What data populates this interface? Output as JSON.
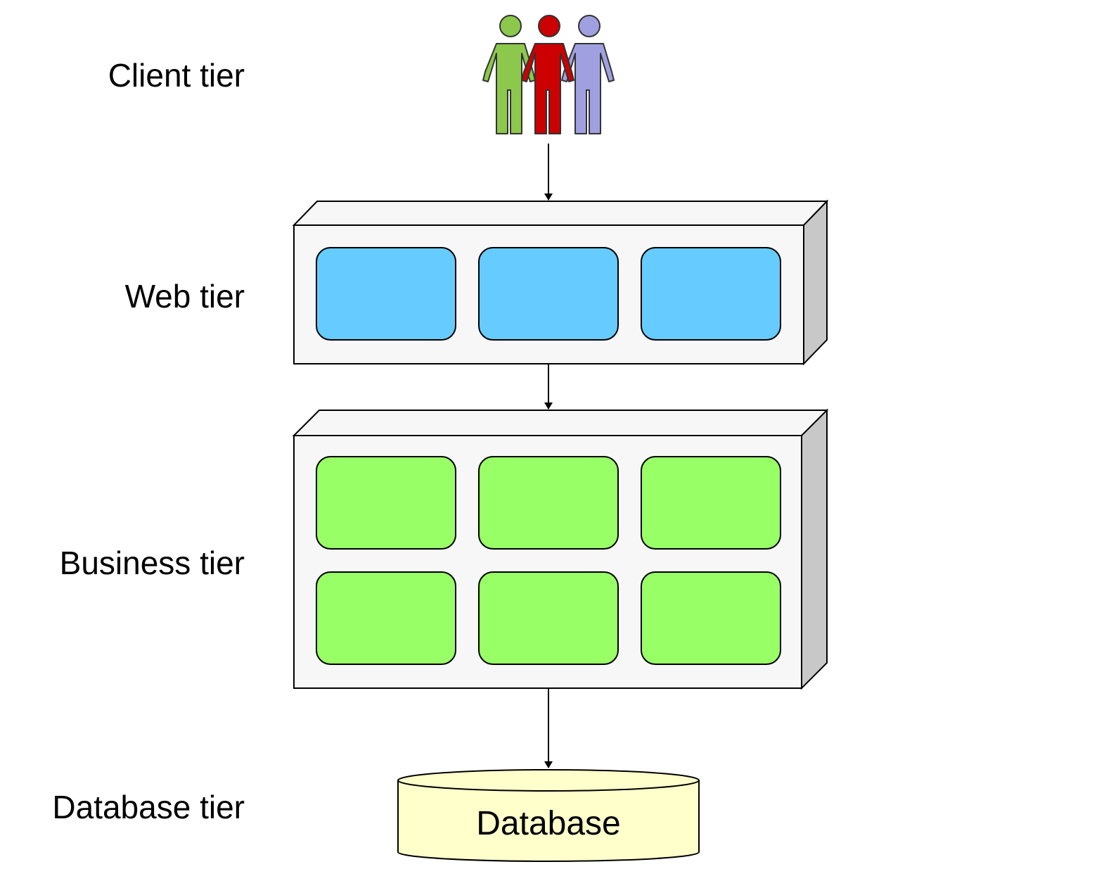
{
  "labels": {
    "client": "Client tier",
    "web": "Web tier",
    "business": "Business tier",
    "database": "Database tier"
  },
  "database": {
    "label": "Database"
  },
  "colors": {
    "web_module": "#66ccff",
    "business_module": "#99ff66",
    "container_front": "#f7f7f7",
    "container_side": "#c8c8c8",
    "database_fill": "#ffffcc",
    "user_green": "#8cc84b",
    "user_red": "#cc0000",
    "user_lavender": "#a0a0e0"
  },
  "icons": [
    "users-icon",
    "web-tier-container",
    "business-tier-container",
    "database-cylinder"
  ]
}
